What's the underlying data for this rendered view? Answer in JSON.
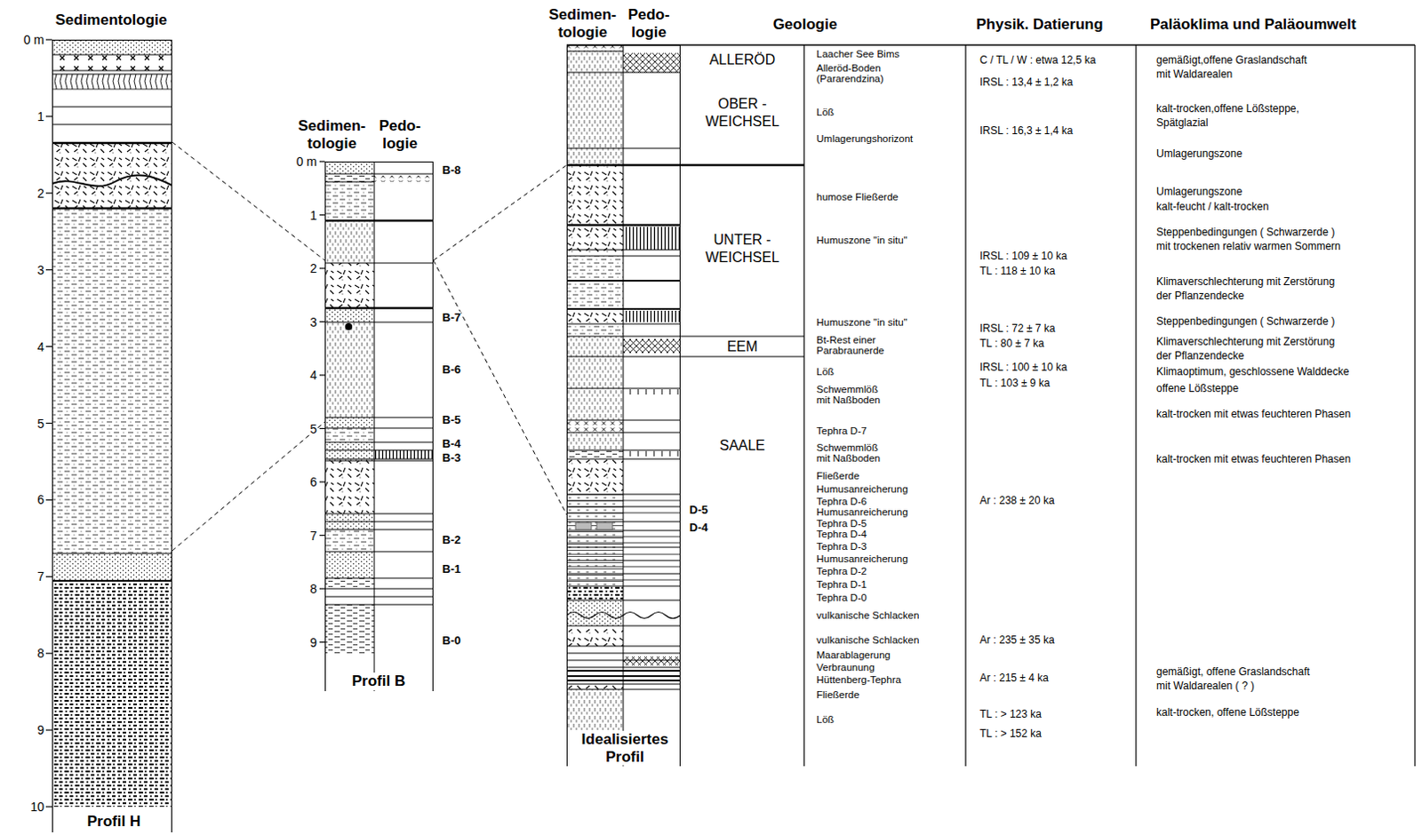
{
  "diagram": {
    "nodes": [
      {
        "text": [
          "Sedimentologie",
          "Profil H"
        ]
      },
      {
        "text": [
          "Sedimen- tologie",
          "Pedo- logie",
          "Profil B"
        ]
      },
      {
        "text": [
          "Sedimen- tologie",
          "Pedo- logie",
          "Idealisiertes Profil"
        ]
      }
    ],
    "edges": [
      {
        "from": 0,
        "to": 1,
        "arrow": "none"
      },
      {
        "from": 0,
        "to": 1,
        "arrow": "none"
      },
      {
        "from": 1,
        "to": 2,
        "arrow": "none"
      },
      {
        "from": 1,
        "to": 2,
        "arrow": "none"
      }
    ],
    "labels": [
      "0 m",
      "1",
      "2",
      "3",
      "4",
      "5",
      "6",
      "7",
      "8",
      "9",
      "10",
      "0 m",
      "1",
      "2",
      "3",
      "4",
      "5",
      "6",
      "7",
      "8",
      "9",
      "B-8",
      "B-7",
      "B-6",
      "B-5",
      "B-4",
      "B-3",
      "B-2",
      "B-1",
      "B-0",
      "Geologie",
      "Physik. Datierung",
      "Paläoklima und Paläoumwelt",
      "ALLERÖD",
      "OBER - WEICHSEL",
      "UNTER - WEICHSEL",
      "EEM",
      "SAALE",
      "D-5",
      "D-4",
      "Laacher See Bims",
      "Alleröd-Boden (Pararendzina)",
      "Löß",
      "Umlagerungshorizont",
      "humose Fließerde",
      "Humuszone \"in situ\"",
      "Humuszone \"in situ\"",
      "Bt-Rest einer Parabraunerde",
      "Löß",
      "Schwemmlöß mit Naßboden",
      "Tephra D-7",
      "Schwemmlöß mit Naßboden",
      "Fließerde",
      "Humusanreicherung",
      "Tephra D-6",
      "Humusanreicherung",
      "Tephra D-5",
      "Tephra D-4",
      "Tephra D-3",
      "Humusanreicherung",
      "Tephra D-2",
      "Tephra D-1",
      "Tephra D-0",
      "vulkanische Schlacken",
      "vulkanische Schlacken",
      "Maarablagerung",
      "Verbraunung",
      "Hüttenberg-Tephra",
      "Fließerde",
      "Löß",
      "C / TL / W : etwa 12,5 ka",
      "IRSL : 13,4 ± 1,2 ka",
      "IRSL : 16,3 ± 1,4 ka",
      "IRSL : 109 ± 10 ka",
      "TL : 118 ± 10 ka",
      "IRSL : 72 ± 7 ka",
      "TL : 80 ± 7 ka",
      "IRSL : 100 ± 10 ka",
      "TL : 103 ± 9 ka",
      "Ar : 238 ± 20 ka",
      "Ar : 235 ± 35 ka",
      "Ar : 215 ± 4 ka",
      "TL : > 123 ka",
      "TL : > 152 ka",
      "gemäßigt,offene Graslandschaft mit Waldarealen",
      "kalt-trocken,offene Lößsteppe, Spätglazial",
      "Umlagerungszone",
      "Umlagerungszone",
      "kalt-feucht / kalt-trocken",
      "Steppenbedingungen ( Schwarzerde ) mit trockenen relativ warmen Sommern",
      "Klimaverschlechterung mit Zerstörung der Pflanzendecke",
      "Steppenbedingungen ( Schwarzerde )",
      "Klimaverschlechterung mit Zerstörung der Pflanzendecke",
      "Klimaoptimum, geschlossene Walddecke",
      "offene Lößsteppe",
      "kalt-trocken mit etwas feuchteren Phasen",
      "kalt-trocken mit etwas feuchteren Phasen",
      "gemäßigt, offene Graslandschaft mit Waldarealen ( ? )",
      "kalt-trocken, offene Lößsteppe"
    ]
  }
}
